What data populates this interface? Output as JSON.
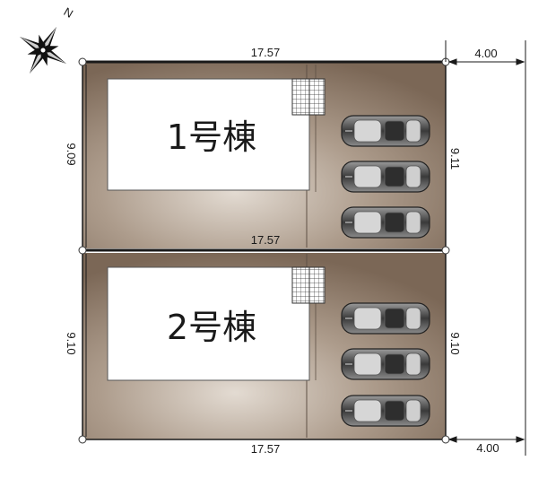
{
  "buildings": [
    {
      "label": "1号棟"
    },
    {
      "label": "2号棟"
    }
  ],
  "dimensions": {
    "top_width": "17.57",
    "middle_width": "17.57",
    "bottom_width": "17.57",
    "road_top": "4.00",
    "road_bottom": "4.00",
    "lot1_left_depth": "9.09",
    "lot1_right_depth": "9.11",
    "lot2_left_depth": "9.10",
    "lot2_right_depth": "9.10"
  },
  "compass": {
    "north_label": "N",
    "icon": "compass-star-icon"
  },
  "parking": {
    "lot1_cars": 3,
    "lot2_cars": 3,
    "icon": "car-icon"
  },
  "colors": {
    "lot_dark": "#7e6a58",
    "lot_light": "#d8cfc5",
    "building": "#ffffff",
    "line": "#1a1a1a"
  }
}
